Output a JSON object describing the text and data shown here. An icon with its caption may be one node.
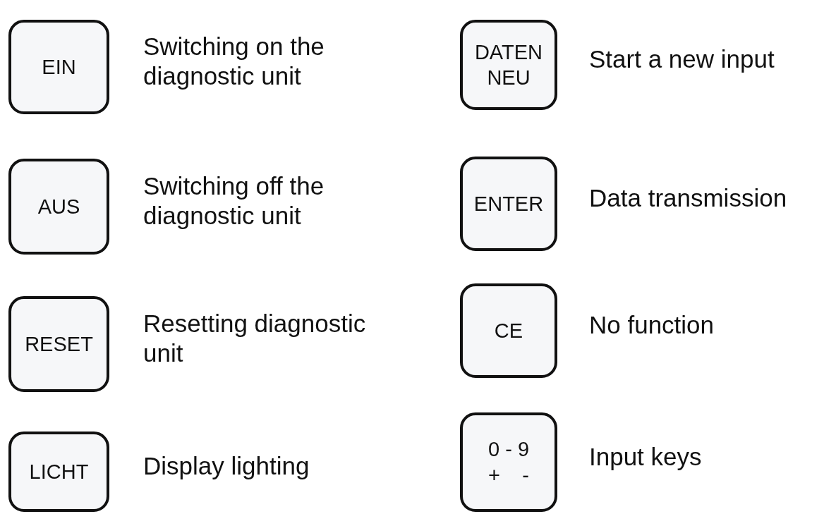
{
  "diagram": {
    "nodes": [
      {
        "text": [
          "EIN"
        ],
        "beside": [
          "Switching on the diagnostic unit"
        ]
      },
      {
        "text": [
          "AUS"
        ],
        "beside": [
          "Switching off the diagnostic unit"
        ]
      },
      {
        "text": [
          "RESET"
        ],
        "beside": [
          "Resetting diagnostic unit"
        ]
      },
      {
        "text": [
          "LICHT"
        ],
        "beside": [
          "Display lighting"
        ]
      },
      {
        "text": [
          "DATEN NEU"
        ],
        "beside": [
          "Start a new input"
        ]
      },
      {
        "text": [
          "ENTER"
        ],
        "beside": [
          "Data transmission"
        ]
      },
      {
        "text": [
          "CE"
        ],
        "beside": [
          "No function"
        ]
      },
      {
        "text": [
          "0 - 9",
          "+ -"
        ],
        "beside": [
          "Input keys"
        ]
      }
    ]
  }
}
